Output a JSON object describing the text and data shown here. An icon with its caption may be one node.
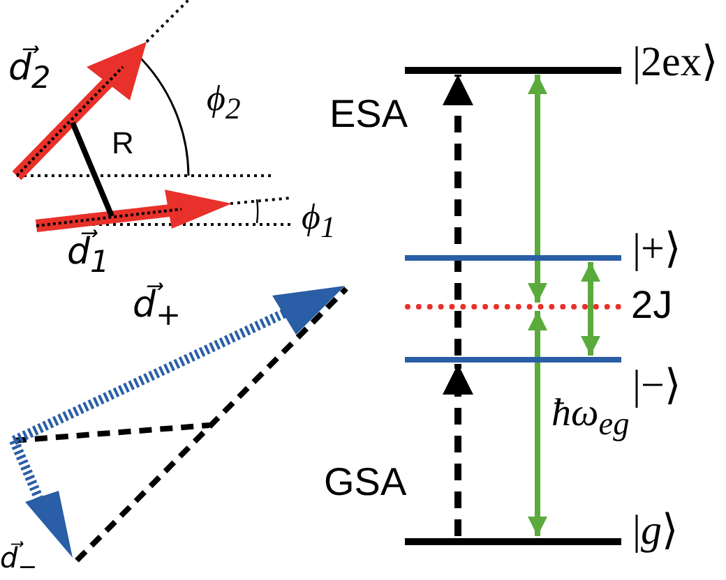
{
  "diagram": {
    "nodes": [
      {
        "text": [],
        "shape": "bar",
        "beside": [
          "|2ex⟩"
        ]
      },
      {
        "text": [],
        "shape": "bar",
        "beside": [
          "|+⟩"
        ]
      },
      {
        "text": [],
        "shape": "bar"
      },
      {
        "text": [],
        "shape": "bar",
        "beside": [
          "|−⟩"
        ]
      },
      {
        "text": [],
        "shape": "bar",
        "beside": [
          "|*g*⟩"
        ]
      }
    ],
    "edges": [
      {
        "from": 3,
        "to": 0,
        "arrow": "to",
        "label": "ESA",
        "style": "dashed",
        "color": "#000000"
      },
      {
        "from": 0,
        "to": 2,
        "arrow": "both"
      },
      {
        "from": 1,
        "to": 3,
        "arrow": "both",
        "label": "2J"
      },
      {
        "from": 2,
        "to": 4,
        "arrow": "both",
        "label": "ħω$_{eg}$"
      },
      {
        "from": 4,
        "to": 3,
        "arrow": "to",
        "label": "GSA",
        "style": "dashed",
        "color": "#000000"
      }
    ],
    "labels": [
      "d⃗$_{2}$",
      "ϕ$_{2}$",
      "R",
      "ϕ$_{1}$",
      "d⃗$_{1}$",
      "d⃗$_{+}$",
      "d⃗$_{−}$"
    ]
  }
}
